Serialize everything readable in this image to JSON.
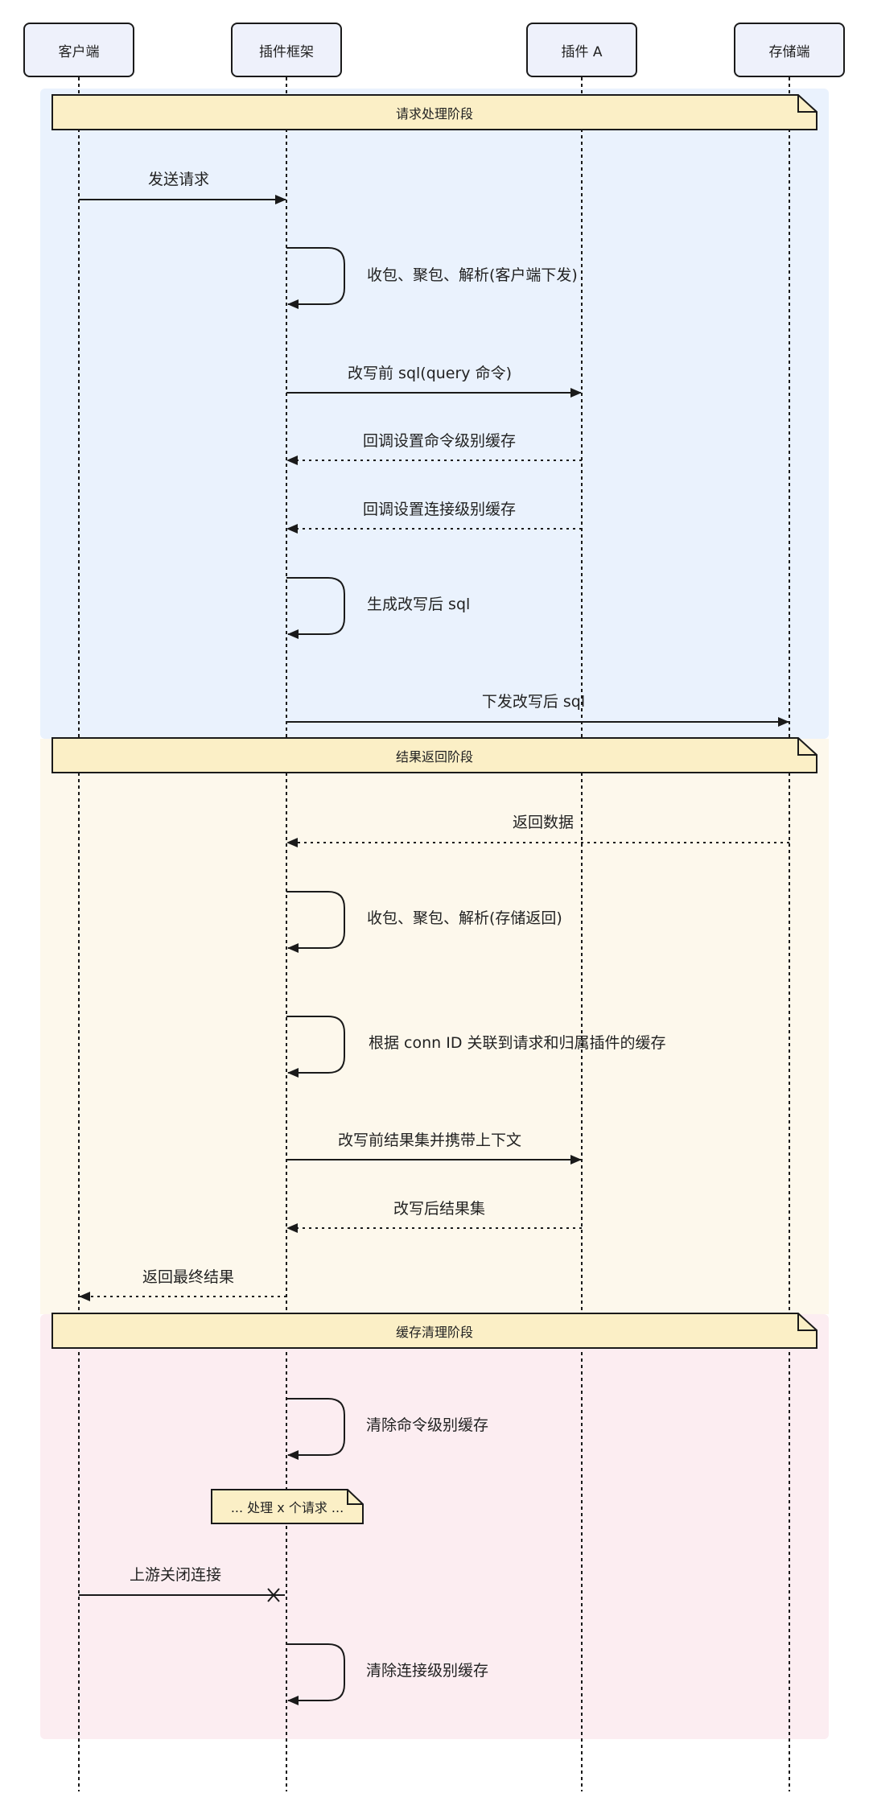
{
  "participants": [
    {
      "id": "client",
      "label": "客户端"
    },
    {
      "id": "framework",
      "label": "插件框架"
    },
    {
      "id": "pluginA",
      "label": "插件 A"
    },
    {
      "id": "storage",
      "label": "存储端"
    }
  ],
  "phases": [
    {
      "label": "请求处理阶段",
      "color": "#eaf2fd"
    },
    {
      "label": "结果返回阶段",
      "color": "#fdf8ec"
    },
    {
      "label": "缓存清理阶段",
      "color": "#fcedf1"
    }
  ],
  "messages": [
    {
      "label": "发送请求",
      "from": "client",
      "to": "framework",
      "style": "solid"
    },
    {
      "label": "收包、聚包、解析(客户端下发)",
      "from": "framework",
      "to": "framework",
      "style": "self"
    },
    {
      "label": "改写前 sql(query 命令)",
      "from": "framework",
      "to": "pluginA",
      "style": "solid"
    },
    {
      "label": "回调设置命令级别缓存",
      "from": "pluginA",
      "to": "framework",
      "style": "dotted"
    },
    {
      "label": "回调设置连接级别缓存",
      "from": "pluginA",
      "to": "framework",
      "style": "dotted"
    },
    {
      "label": "生成改写后 sql",
      "from": "framework",
      "to": "framework",
      "style": "self"
    },
    {
      "label": "下发改写后 sql",
      "from": "framework",
      "to": "storage",
      "style": "solid"
    },
    {
      "label": "返回数据",
      "from": "storage",
      "to": "framework",
      "style": "dotted"
    },
    {
      "label": "收包、聚包、解析(存储返回)",
      "from": "framework",
      "to": "framework",
      "style": "self"
    },
    {
      "label": "根据 conn ID 关联到请求和归属插件的缓存",
      "from": "framework",
      "to": "framework",
      "style": "self"
    },
    {
      "label": "改写前结果集并携带上下文",
      "from": "framework",
      "to": "pluginA",
      "style": "solid"
    },
    {
      "label": "改写后结果集",
      "from": "pluginA",
      "to": "framework",
      "style": "dotted"
    },
    {
      "label": "返回最终结果",
      "from": "framework",
      "to": "client",
      "style": "dotted"
    },
    {
      "label": "清除命令级别缓存",
      "from": "framework",
      "to": "framework",
      "style": "self"
    },
    {
      "label": "上游关闭连接",
      "from": "client",
      "to": "framework",
      "style": "cross"
    },
    {
      "label": "清除连接级别缓存",
      "from": "framework",
      "to": "framework",
      "style": "self"
    }
  ],
  "note": {
    "label": "... 处理 x 个请求 ..."
  },
  "colors": {
    "note_fill": "#fbefc6",
    "participant_fill": "#eef1fb",
    "line": "#1a1a1a"
  }
}
